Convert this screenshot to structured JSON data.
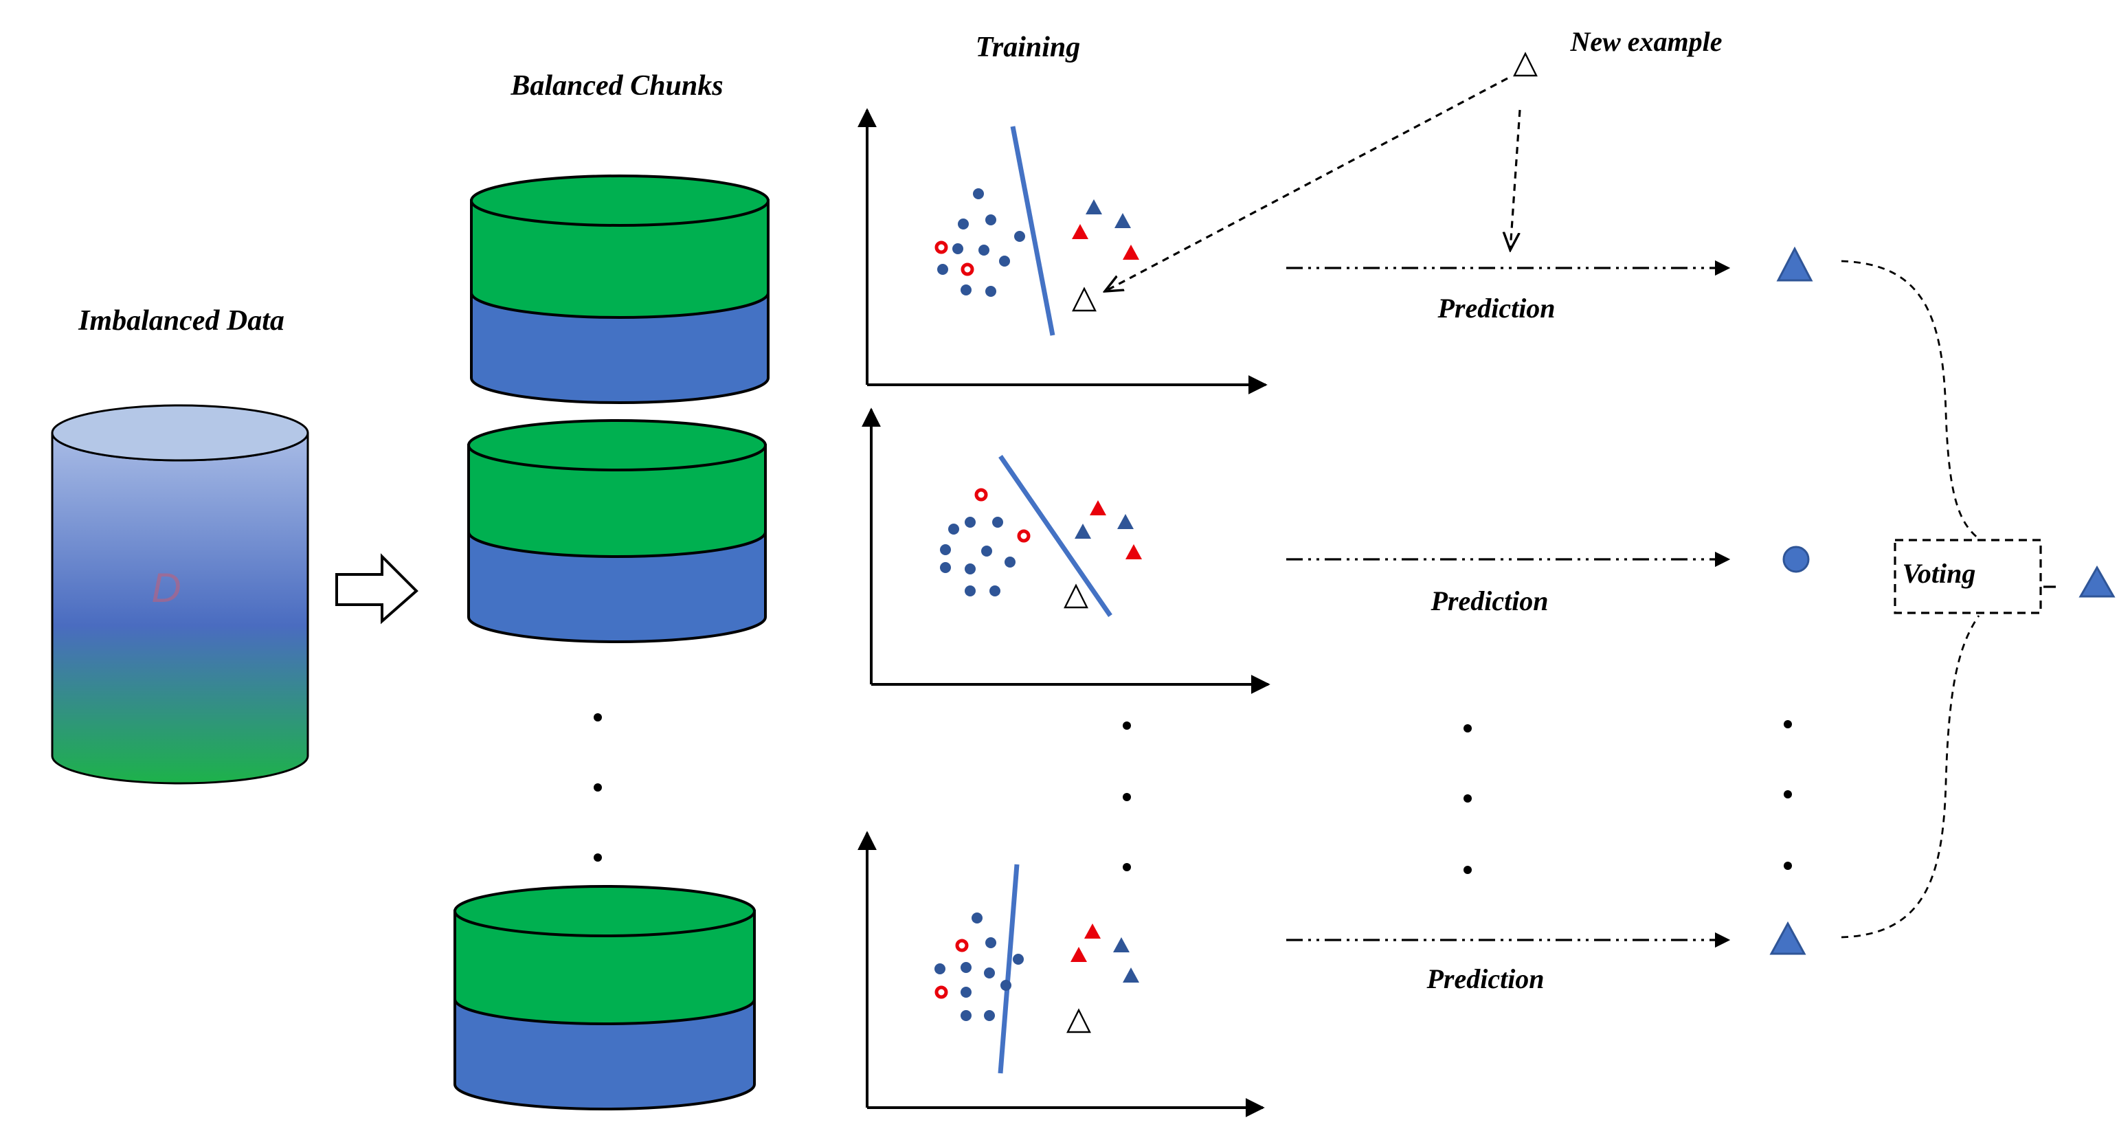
{
  "labels": {
    "imbalanced": "Imbalanced Data",
    "balanced": "Balanced Chunks",
    "training": "Training",
    "new_example": "New example",
    "prediction": "Prediction",
    "voting": "Voting",
    "d_letter": "D"
  },
  "colors": {
    "green": "#00b050",
    "blue": "#4472c4",
    "red": "#e8000b",
    "dot_blue": "#2f5597",
    "light_top": "#b4c7e7",
    "line": "#000000"
  },
  "predictions": [
    {
      "icon": "triangle-icon"
    },
    {
      "icon": "circle-icon"
    },
    {
      "icon": "triangle-icon"
    }
  ],
  "final_result": {
    "icon": "triangle-icon"
  }
}
